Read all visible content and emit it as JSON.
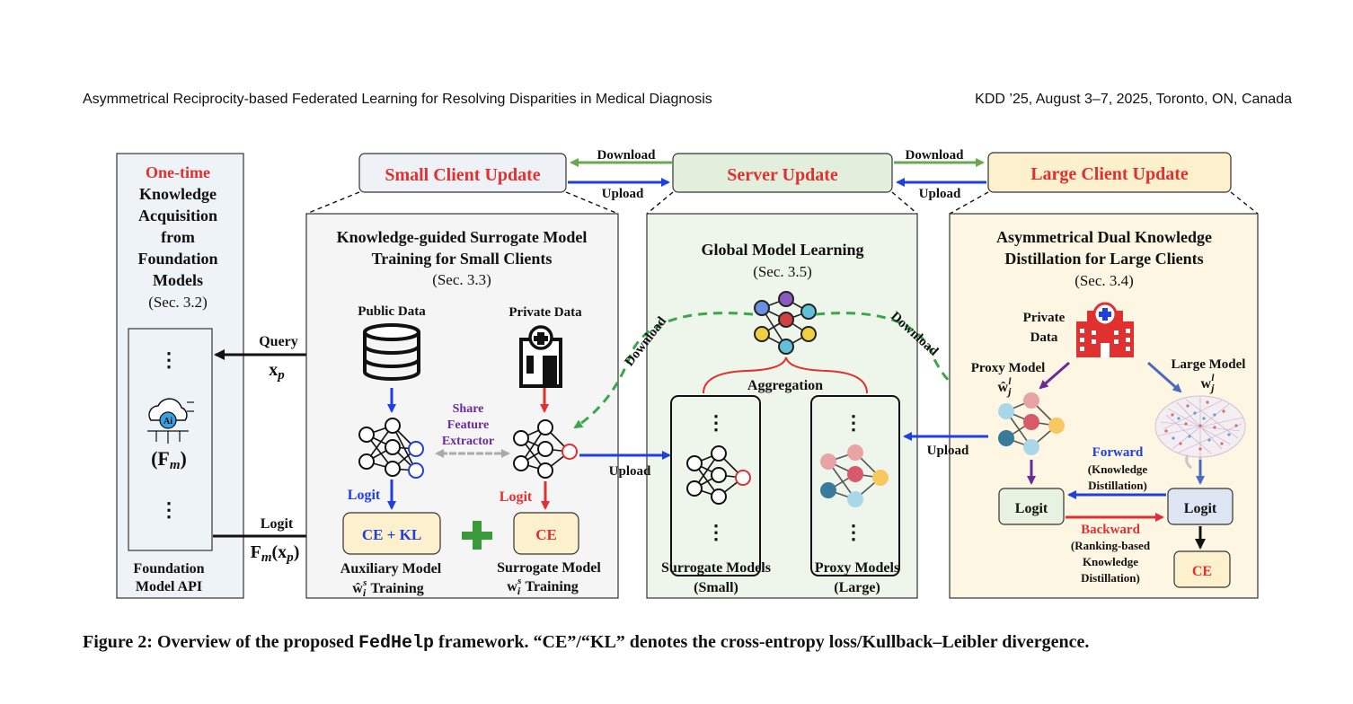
{
  "header": {
    "left": "Asymmetrical Reciprocity-based Federated Learning for Resolving Disparities in Medical Diagnosis",
    "right": "KDD ’25, August 3–7, 2025, Toronto, ON, Canada"
  },
  "top": {
    "small_client": "Small Client Update",
    "server": "Server Update",
    "large_client": "Large Client Update",
    "download": "Download",
    "upload": "Upload"
  },
  "left_panel": {
    "title_red": "One-time",
    "title_lines": [
      "Knowledge",
      "Acquisition",
      "from",
      "Foundation",
      "Models"
    ],
    "sec": "(Sec. 3.2)",
    "dots": "⋮",
    "fm_label": "(F",
    "fm_sub": "m",
    "fm_close": ")",
    "api_lines": [
      "Foundation",
      "Model API"
    ],
    "ai_icon_text": "Ai"
  },
  "query": {
    "label": "Query",
    "var": "x",
    "sub": "p"
  },
  "logit_fm": {
    "label": "Logit",
    "expr_f": "F",
    "expr_sub": "m",
    "expr_arg": "(x",
    "expr_argsub": "p",
    "expr_close": ")"
  },
  "small_panel": {
    "title_lines": [
      "Knowledge-guided Surrogate Model",
      "Training for Small Clients"
    ],
    "sec": "(Sec. 3.3)",
    "public_data": "Public Data",
    "private_data": "Private Data",
    "share_lines": [
      "Share",
      "Feature",
      "Extractor"
    ],
    "logit_blue": "Logit",
    "logit_red": "Logit",
    "loss_aux": "CE + KL",
    "loss_sur": "CE",
    "aux_lines": [
      "Auxiliary Model",
      "Training"
    ],
    "aux_var": "ŵ",
    "aux_sub": "i",
    "aux_sup": "s",
    "sur_lines": [
      "Surrogate Model",
      "Training"
    ],
    "sur_var": "w",
    "sur_sub": "i",
    "sur_sup": "s"
  },
  "server_panel": {
    "title": "Global Model Learning",
    "sec": "(Sec. 3.5)",
    "aggregation": "Aggregation",
    "download_left": "Download",
    "download_right": "Download",
    "upload_mid": "Upload",
    "surrogate_lines": [
      "Surrogate Models",
      "(Small)"
    ],
    "proxy_lines": [
      "Proxy Models",
      "(Large)"
    ],
    "dots": "⋮"
  },
  "large_panel": {
    "title_lines": [
      "Asymmetrical Dual Knowledge",
      "Distillation for Large Clients"
    ],
    "sec": "(Sec. 3.4)",
    "private_lines": [
      "Private",
      "Data"
    ],
    "proxy_label": "Proxy Model",
    "proxy_var": "ŵ",
    "proxy_sub": "j",
    "proxy_sup": "l",
    "large_label": "Large Model",
    "large_var": "w",
    "large_sub": "j",
    "large_sup": "l",
    "upload": "Upload",
    "forward": "Forward",
    "forward_sub": [
      "(Knowledge",
      "Distillation)"
    ],
    "backward": "Backward",
    "backward_sub": [
      "(Ranking-based",
      "Knowledge",
      "Distillation)"
    ],
    "logit_left": "Logit",
    "logit_right": "Logit",
    "ce": "CE"
  },
  "caption": {
    "prefix": "Figure 2: Overview of the proposed ",
    "name": "FedHelp",
    "suffix": " framework. “CE”/“KL” denotes the cross-entropy loss/Kullback–Leibler divergence."
  },
  "colors": {
    "red": "#e03030",
    "blue": "#1f3fe0",
    "green": "#3a9a3a",
    "purple": "#6a2a9a",
    "dashed_green": "#3aa84a",
    "panel_blue": "#eef3f8",
    "panel_gray": "#f5f5f5",
    "panel_green": "#eef5ea",
    "panel_yellow": "#fdf6e3",
    "loss_fill": "#fdf0cc"
  }
}
